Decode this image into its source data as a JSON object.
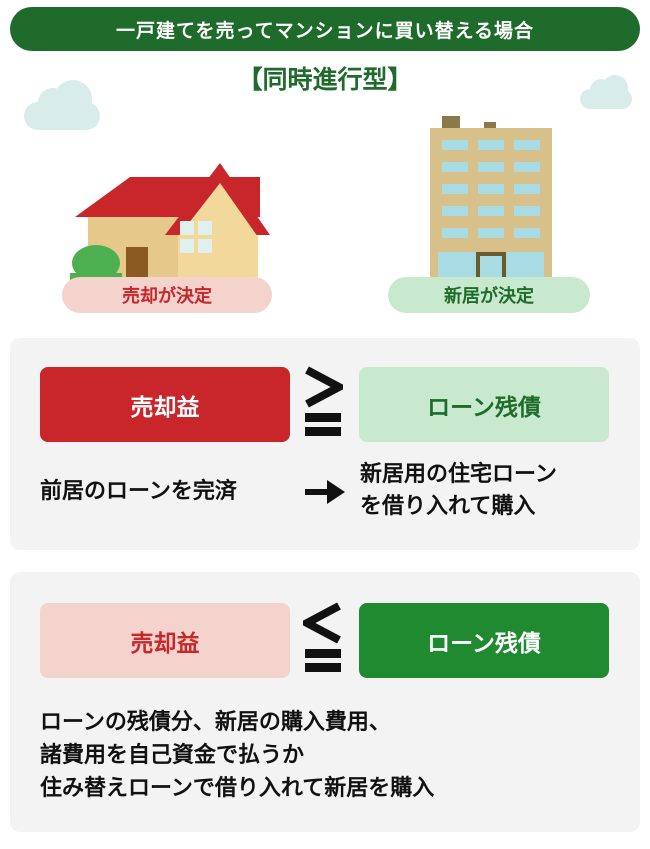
{
  "header": {
    "title": "一戸建てを売ってマンションに買い替える場合"
  },
  "subtitle": "【同時進行型】",
  "captions": {
    "house": "売却が決定",
    "building": "新居が決定"
  },
  "panel1": {
    "left_box": "売却益",
    "right_box": "ローン残債",
    "left_text": "前居のローンを完済",
    "right_text_line1": "新居用の住宅ローン",
    "right_text_line2": "を借り入れて購入"
  },
  "panel2": {
    "left_box": "売却益",
    "right_box": "ローン残債",
    "text_line1": "ローンの残債分、新居の購入費用、",
    "text_line2": "諸費用を自己資金で払うか",
    "text_line3": "住み替えローンで借り入れて新居を購入"
  },
  "colors": {
    "header_green": "#1f6b2c",
    "red": "#c8262b",
    "pink": "#f3d3cb",
    "light_green": "#c8e9cd",
    "green": "#1f8a2f",
    "panel_gray": "#f3f3f3"
  }
}
